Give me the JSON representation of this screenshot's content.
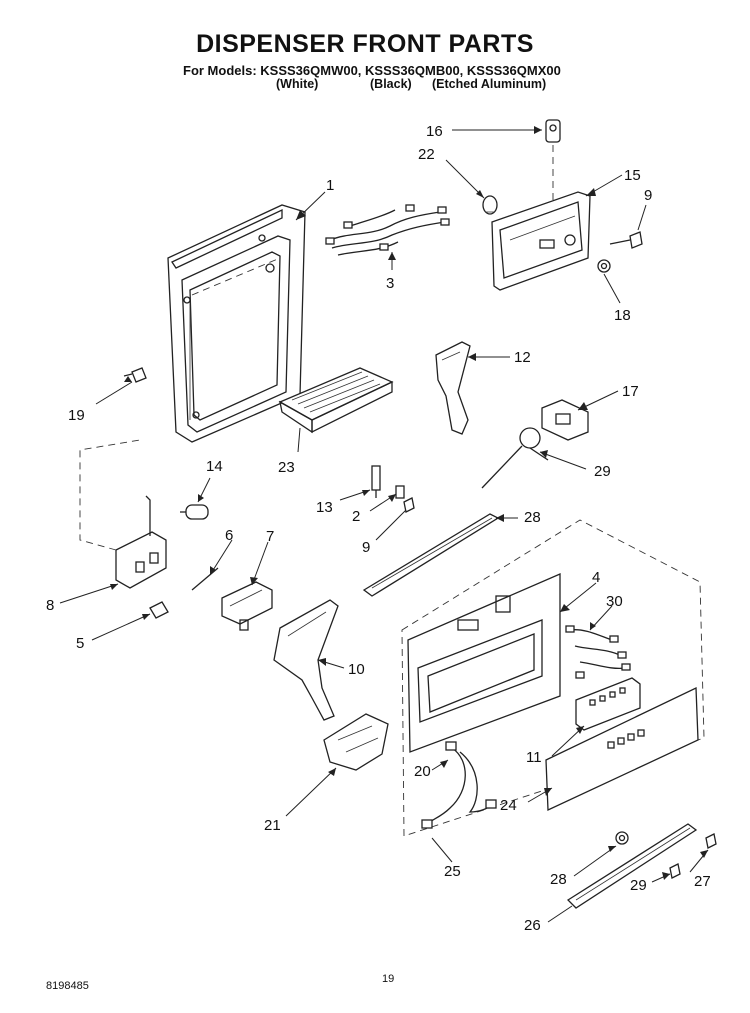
{
  "header": {
    "title": "DISPENSER FRONT PARTS",
    "models_line": "For Models: KSSS36QMW00, KSSS36QMB00, KSSS36QMX00",
    "variant_white": "(White)",
    "variant_black": "(Black)",
    "variant_aluminum": "(Etched Aluminum)"
  },
  "callouts": [
    "1",
    "2",
    "3",
    "4",
    "5",
    "6",
    "7",
    "8",
    "9",
    "9",
    "10",
    "11",
    "12",
    "13",
    "14",
    "15",
    "16",
    "17",
    "18",
    "19",
    "20",
    "21",
    "22",
    "23",
    "24",
    "25",
    "26",
    "27",
    "28",
    "28",
    "29",
    "29",
    "30"
  ],
  "footer": {
    "doc_number": "8198485",
    "page_number": "19"
  }
}
